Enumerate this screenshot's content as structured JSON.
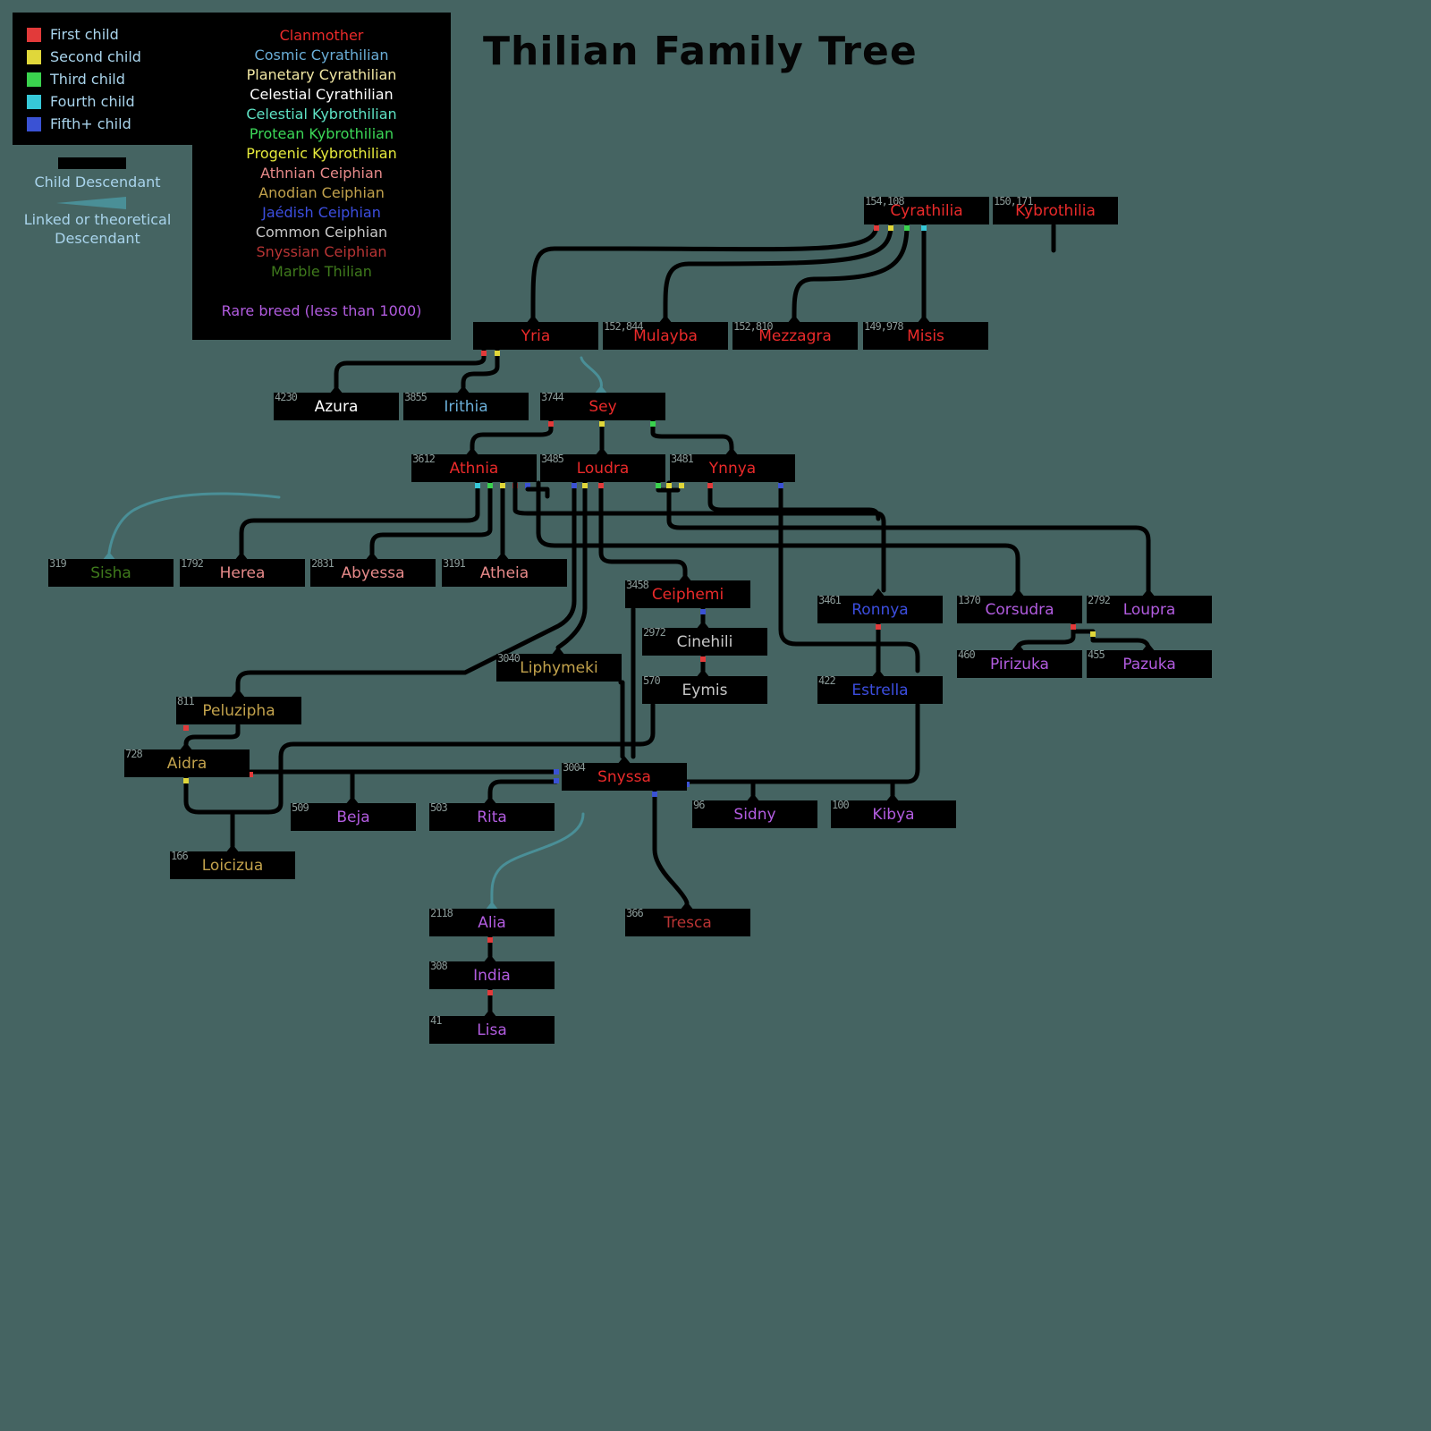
{
  "title": "Thilian Family Tree",
  "legend": {
    "birth_order": [
      {
        "label": "First child",
        "color": "#e23a3a"
      },
      {
        "label": "Second child",
        "color": "#e0d73a"
      },
      {
        "label": "Third child",
        "color": "#3ad24e"
      },
      {
        "label": "Fourth child",
        "color": "#36c8d8"
      },
      {
        "label": "Fifth+ child",
        "color": "#3a52d4"
      }
    ],
    "child_descendant": "Child Descendant",
    "linked_descendant": "Linked or theoretical Descendant",
    "breeds": [
      {
        "label": "Clanmother",
        "color": "#ea2a2a"
      },
      {
        "label": "Cosmic Cyrathilian",
        "color": "#6aaed8"
      },
      {
        "label": "Planetary Cyrathilian",
        "color": "#f1e7a3"
      },
      {
        "label": "Celestial Cyrathilian",
        "color": "#ffffff"
      },
      {
        "label": "Celestial Kybrothilian",
        "color": "#5ee2c4"
      },
      {
        "label": "Protean Kybrothilian",
        "color": "#3cd858"
      },
      {
        "label": "Progenic Kybrothilian",
        "color": "#e6ea3c"
      },
      {
        "label": "Athnian Ceiphian",
        "color": "#e78a8a"
      },
      {
        "label": "Anodian Ceiphian",
        "color": "#c2a24c"
      },
      {
        "label": "Jaédish Ceiphian",
        "color": "#3c4ee0"
      },
      {
        "label": "Common Ceiphian",
        "color": "#c8c8c8"
      },
      {
        "label": "Snyssian Ceiphian",
        "color": "#b83434"
      },
      {
        "label": "Marble Thilian",
        "color": "#3f7a1c"
      }
    ],
    "rare_breed": {
      "label": "Rare breed (less than 1000)",
      "color": "#b25ce0"
    }
  },
  "nodes": [
    {
      "id": "cyrathilia",
      "name": "Cyrathilia",
      "pop": "154,108",
      "color": "#ea2a2a"
    },
    {
      "id": "kybrothilia",
      "name": "Kybrothilia",
      "pop": "150,171",
      "color": "#ea2a2a"
    },
    {
      "id": "yria",
      "name": "Yria",
      "pop": "",
      "color": "#ea2a2a"
    },
    {
      "id": "mulayba",
      "name": "Mulayba",
      "pop": "152,844",
      "color": "#ea2a2a"
    },
    {
      "id": "mezzagra",
      "name": "Mezzagra",
      "pop": "152,810",
      "color": "#ea2a2a"
    },
    {
      "id": "misis",
      "name": "Misis",
      "pop": "149,978",
      "color": "#ea2a2a"
    },
    {
      "id": "azura",
      "name": "Azura",
      "pop": "4230",
      "color": "#ffffff"
    },
    {
      "id": "irithia",
      "name": "Irithia",
      "pop": "3855",
      "color": "#6aaed8"
    },
    {
      "id": "sey",
      "name": "Sey",
      "pop": "3744",
      "color": "#ea2a2a"
    },
    {
      "id": "athnia",
      "name": "Athnia",
      "pop": "3612",
      "color": "#ea2a2a"
    },
    {
      "id": "loudra",
      "name": "Loudra",
      "pop": "3485",
      "color": "#ea2a2a"
    },
    {
      "id": "ynnya",
      "name": "Ynnya",
      "pop": "3481",
      "color": "#ea2a2a"
    },
    {
      "id": "sisha",
      "name": "Sisha",
      "pop": "319",
      "color": "#3f7a1c"
    },
    {
      "id": "herea",
      "name": "Herea",
      "pop": "1792",
      "color": "#e78a8a"
    },
    {
      "id": "abyessa",
      "name": "Abyessa",
      "pop": "2831",
      "color": "#e78a8a"
    },
    {
      "id": "atheia",
      "name": "Atheia",
      "pop": "3191",
      "color": "#e78a8a"
    },
    {
      "id": "ceiphemi",
      "name": "Ceiphemi",
      "pop": "3458",
      "color": "#ea2a2a"
    },
    {
      "id": "cinehili",
      "name": "Cinehili",
      "pop": "2972",
      "color": "#c8c8c8"
    },
    {
      "id": "eymis",
      "name": "Eymis",
      "pop": "570",
      "color": "#c8c8c8"
    },
    {
      "id": "liphymeki",
      "name": "Liphymeki",
      "pop": "3040",
      "color": "#c2a24c"
    },
    {
      "id": "ronnya",
      "name": "Ronnya",
      "pop": "3461",
      "color": "#3c4ee0"
    },
    {
      "id": "estrella",
      "name": "Estrella",
      "pop": "422",
      "color": "#3c4ee0"
    },
    {
      "id": "corsudra",
      "name": "Corsudra",
      "pop": "1370",
      "color": "#b25ce0"
    },
    {
      "id": "loupra",
      "name": "Loupra",
      "pop": "2792",
      "color": "#b25ce0"
    },
    {
      "id": "pirizuka",
      "name": "Pirizuka",
      "pop": "460",
      "color": "#b25ce0"
    },
    {
      "id": "pazuka",
      "name": "Pazuka",
      "pop": "455",
      "color": "#b25ce0"
    },
    {
      "id": "peluzipha",
      "name": "Peluzipha",
      "pop": "811",
      "color": "#c2a24c"
    },
    {
      "id": "aidra",
      "name": "Aidra",
      "pop": "728",
      "color": "#c2a24c"
    },
    {
      "id": "snyssa",
      "name": "Snyssa",
      "pop": "3004",
      "color": "#ea2a2a"
    },
    {
      "id": "beja",
      "name": "Beja",
      "pop": "509",
      "color": "#b25ce0"
    },
    {
      "id": "rita",
      "name": "Rita",
      "pop": "503",
      "color": "#b25ce0"
    },
    {
      "id": "sidny",
      "name": "Sidny",
      "pop": "96",
      "color": "#b25ce0"
    },
    {
      "id": "kibya",
      "name": "Kibya",
      "pop": "100",
      "color": "#b25ce0"
    },
    {
      "id": "loicizua",
      "name": "Loicizua",
      "pop": "166",
      "color": "#c2a24c"
    },
    {
      "id": "alia",
      "name": "Alia",
      "pop": "2118",
      "color": "#b25ce0"
    },
    {
      "id": "tresca",
      "name": "Tresca",
      "pop": "366",
      "color": "#b83434"
    },
    {
      "id": "india",
      "name": "India",
      "pop": "308",
      "color": "#b25ce0"
    },
    {
      "id": "lisa",
      "name": "Lisa",
      "pop": "41",
      "color": "#b25ce0"
    }
  ]
}
